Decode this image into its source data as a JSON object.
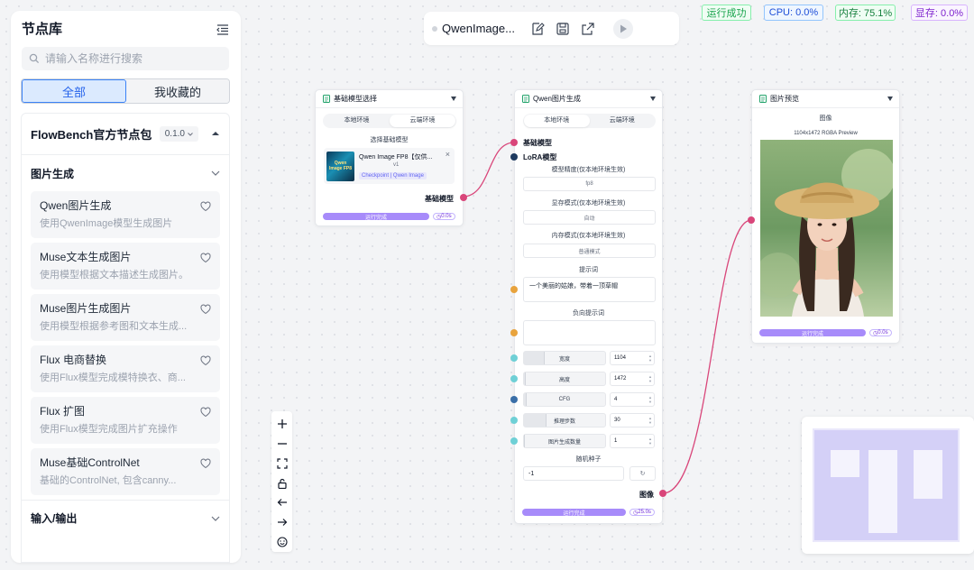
{
  "sidebar": {
    "title": "节点库",
    "search_placeholder": "请输入名称进行搜索",
    "tabs": [
      {
        "label": "全部",
        "active": true
      },
      {
        "label": "我收藏的",
        "active": false
      }
    ],
    "package": {
      "name": "FlowBench官方节点包",
      "version": "0.1.0"
    },
    "categories": [
      {
        "name": "图片生成",
        "items": [
          {
            "name": "Qwen图片生成",
            "desc": "使用QwenImage模型生成图片"
          },
          {
            "name": "Muse文本生成图片",
            "desc": "使用模型根据文本描述生成图片。"
          },
          {
            "name": "Muse图片生成图片",
            "desc": "使用模型根据参考图和文本生成..."
          },
          {
            "name": "Flux 电商替换",
            "desc": "使用Flux模型完成模特换衣、商..."
          },
          {
            "name": "Flux 扩图",
            "desc": "使用Flux模型完成图片扩充操作"
          },
          {
            "name": "Muse基础ControlNet",
            "desc": "基础的ControlNet, 包含canny..."
          }
        ]
      },
      {
        "name": "输入/输出"
      }
    ]
  },
  "toolbar": {
    "workflow_name": "QwenImage..."
  },
  "status": {
    "run": "运行成功",
    "cpu": "CPU: 0.0%",
    "memory": "内存: 75.1%",
    "vram": "显存: 0.0%"
  },
  "nodes": {
    "base_model": {
      "title": "基础模型选择",
      "env_tabs": [
        "本地环境",
        "云端环境"
      ],
      "active_env": "云端环境",
      "select_label": "选择基础模型",
      "model": {
        "name": "Qwen Image FP8【仅供...",
        "version": "v1",
        "tag": "Checkpoint | Qwen Image",
        "thumb_text": "Qwen Image FP8"
      },
      "output_port": "基础模型",
      "progress_label": "运行完成",
      "progress_value": 1.0,
      "time": "0.0s"
    },
    "qwen_gen": {
      "title": "Qwen图片生成",
      "env_tabs": [
        "本地环境",
        "云端环境"
      ],
      "active_env": "本地环境",
      "inputs": [
        "基础模型",
        "LoRA模型"
      ],
      "precision_label": "模型精度(仅本地环境生效)",
      "precision_value": "fp8",
      "vram_label": "显存模式(仅本地环境生效)",
      "vram_value": "自动",
      "mem_label": "内存模式(仅本地环境生效)",
      "mem_value": "普通模式",
      "prompt_label": "提示词",
      "prompt_value": "一个美丽的姑娘，带着一顶草帽",
      "neg_label": "负向提示词",
      "neg_value": "",
      "params": [
        {
          "label": "宽度",
          "value": "1104",
          "fill": 0.18
        },
        {
          "label": "高度",
          "value": "1472",
          "fill": 0.25
        },
        {
          "label": "CFG",
          "value": "4",
          "fill": 0.02
        },
        {
          "label": "推理步数",
          "value": "30",
          "fill": 0.3
        },
        {
          "label": "图片生成数量",
          "value": "1",
          "fill": 0.0
        }
      ],
      "seed_label": "随机种子",
      "seed_value": "-1",
      "output_port": "图像",
      "progress_label": "运行完成",
      "progress_value": 1.0,
      "time": "25.0s"
    },
    "preview": {
      "title": "图片预览",
      "image_label": "图像",
      "image_info": "1104x1472 RGBA Preview",
      "progress_label": "运行完成",
      "progress_value": 1.0,
      "time": "0.0s"
    }
  },
  "colors": {
    "accent": "#3b82f6",
    "edge": "#d9467a",
    "port_model": "#d9467a",
    "port_lora": "#1e3a5f",
    "port_text": "#e8a33d",
    "port_number": "#6fd0d6",
    "port_cfg": "#3a6fa8",
    "progress": "#a78bfa"
  },
  "icons": [
    "search-icon",
    "collapse-sidebar-icon",
    "edit-icon",
    "save-icon",
    "export-icon",
    "play-icon",
    "zoom-in-icon",
    "zoom-out-icon",
    "fit-view-icon",
    "lock-icon",
    "undo-icon",
    "redo-icon",
    "smile-icon",
    "heart-icon",
    "chevron-down-icon"
  ]
}
